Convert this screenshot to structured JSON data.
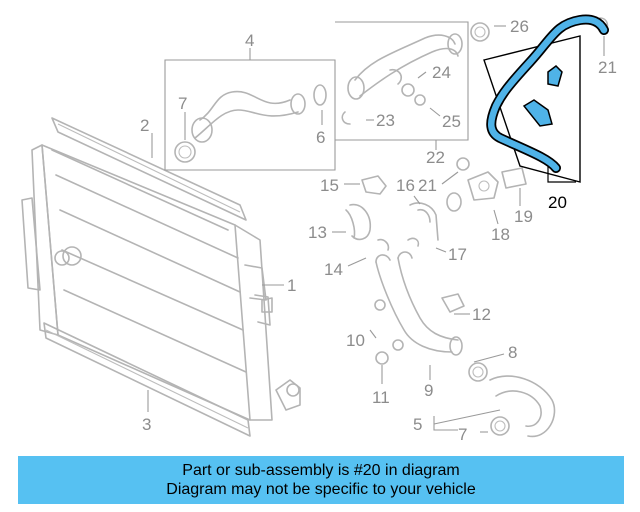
{
  "colors": {
    "highlight": "#4fb3e8",
    "banner": "#56c1f2",
    "part_line": "#b4b4b4",
    "callout_text": "#8c8c8c",
    "highlight_text": "#000000"
  },
  "callouts": {
    "c1": "1",
    "c2": "2",
    "c3": "3",
    "c4": "4",
    "c5": "5",
    "c6": "6",
    "c7a": "7",
    "c7b": "7",
    "c8": "8",
    "c9": "9",
    "c10": "10",
    "c11": "11",
    "c12": "12",
    "c13": "13",
    "c14": "14",
    "c15": "15",
    "c16": "16",
    "c17": "17",
    "c18": "18",
    "c19": "19",
    "c20": "20",
    "c21a": "21",
    "c21b": "21",
    "c22": "22",
    "c23": "23",
    "c24": "24",
    "c25": "25",
    "c26": "26"
  },
  "highlighted_part": "20",
  "banner": {
    "line1": "Part or sub-assembly is #20 in diagram",
    "line2": "Diagram may not be specific to your vehicle"
  }
}
